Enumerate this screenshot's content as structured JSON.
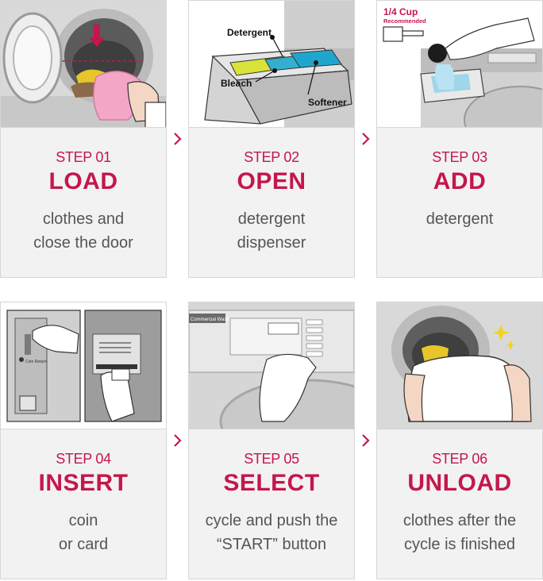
{
  "colors": {
    "accent": "#c4174b",
    "text": "#555555",
    "panel": "#f2f2f2",
    "border": "#d6d6d6"
  },
  "steps": [
    {
      "number": "STEP 01",
      "verb": "LOAD",
      "lines": [
        "clothes and",
        "close the door"
      ],
      "illustration": "load-laundry-illustration"
    },
    {
      "number": "STEP 02",
      "verb": "OPEN",
      "lines": [
        "detergent",
        "dispenser"
      ],
      "illustration": "detergent-dispenser-illustration",
      "labels": {
        "detergent": "Detergent",
        "bleach": "Bleach",
        "softener": "Softener"
      }
    },
    {
      "number": "STEP 03",
      "verb": "ADD",
      "lines": [
        "detergent"
      ],
      "illustration": "add-detergent-illustration",
      "labels": {
        "cup": "1/4 Cup",
        "recommended": "Recommended"
      }
    },
    {
      "number": "STEP 04",
      "verb": "INSERT",
      "lines": [
        "coin",
        "or card"
      ],
      "illustration": "insert-coin-card-illustration",
      "labels": {
        "coin_return": "Coin Return"
      }
    },
    {
      "number": "STEP 05",
      "verb": "SELECT",
      "lines": [
        "cycle and push the",
        "“START” button"
      ],
      "illustration": "select-cycle-illustration",
      "labels": {
        "panel": "Commercial Washer"
      }
    },
    {
      "number": "STEP 06",
      "verb": "UNLOAD",
      "lines": [
        "clothes after the",
        "cycle is finished"
      ],
      "illustration": "unload-laundry-illustration"
    }
  ]
}
